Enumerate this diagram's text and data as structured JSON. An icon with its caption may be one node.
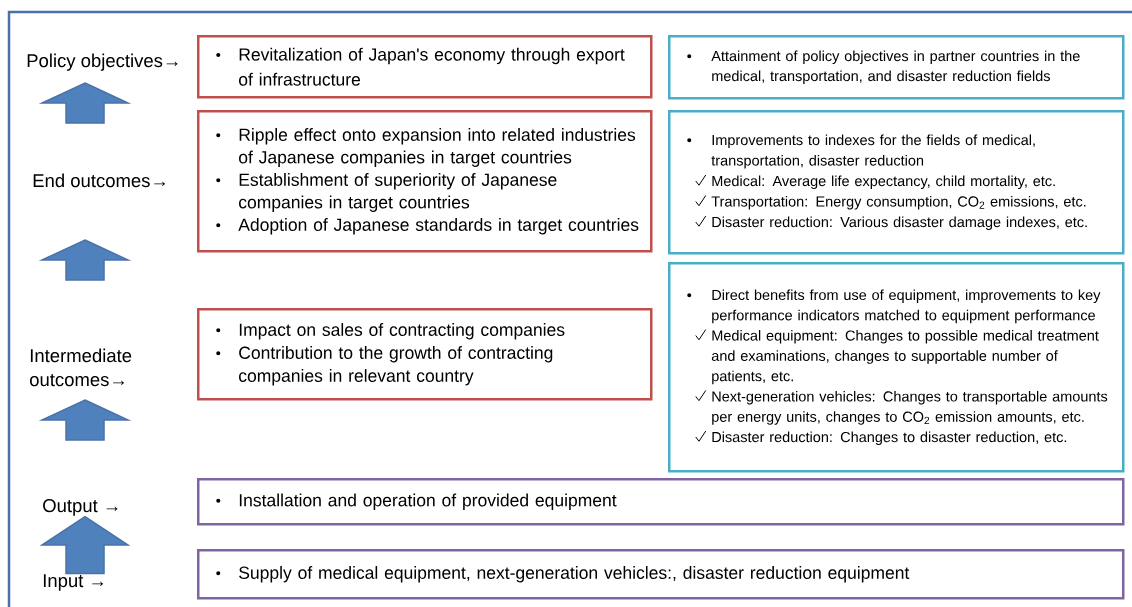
{
  "diagram": {
    "nodes": [
      {
        "text": [
          "Policy objectives→"
        ]
      },
      {
        "text": [
          "Revitalization of Japan's economy through export of infrastructure"
        ]
      },
      {
        "text": [
          "Attainment of policy objectives in partner countries in the medical, transportation, and disaster reduction fields"
        ]
      },
      {
        "text": [
          "End outcomes→"
        ]
      },
      {
        "text": [
          "Ripple effect onto expansion into related industries of Japanese companies in target countries",
          "Establishment of superiority of Japanese companies in target countries",
          "Adoption of Japanese standards in target countries"
        ]
      },
      {
        "text": [
          "Improvements to indexes for the fields of medical, transportation, disaster reduction",
          "Medical: Average life expectancy, child mortality, etc.",
          "Transportation: Energy consumption, CO$_{2}$ emissions, etc.",
          "Disaster reduction: Various disaster damage indexes, etc."
        ]
      },
      {
        "text": [
          "Intermediate outcomes→"
        ]
      },
      {
        "text": [
          "Impact on sales of contracting companies",
          "Contribution to the growth of contracting companies in relevant country"
        ]
      },
      {
        "text": [
          "Direct benefits from use of equipment, improvements to key performance indicators matched to equipment performance",
          "Medical equipment: Changes to possible medical treatment and examinations, changes to supportable number of patients, etc.",
          "Next-generation vehicles: Changes to transportable amounts per energy units, changes to CO$_{2}$ emission amounts, etc.",
          "Disaster reduction: Changes to disaster reduction, etc."
        ]
      },
      {
        "text": [
          "Output →"
        ]
      },
      {
        "text": [
          "Installation and operation of provided equipment"
        ]
      },
      {
        "text": [
          "Input →"
        ]
      },
      {
        "text": [
          "Supply of medical equipment, next-generation vehicles:, disaster reduction equipment"
        ]
      }
    ],
    "edges": [
      {
        "from": 11,
        "to": 9,
        "arrow": "to"
      }
    ]
  }
}
